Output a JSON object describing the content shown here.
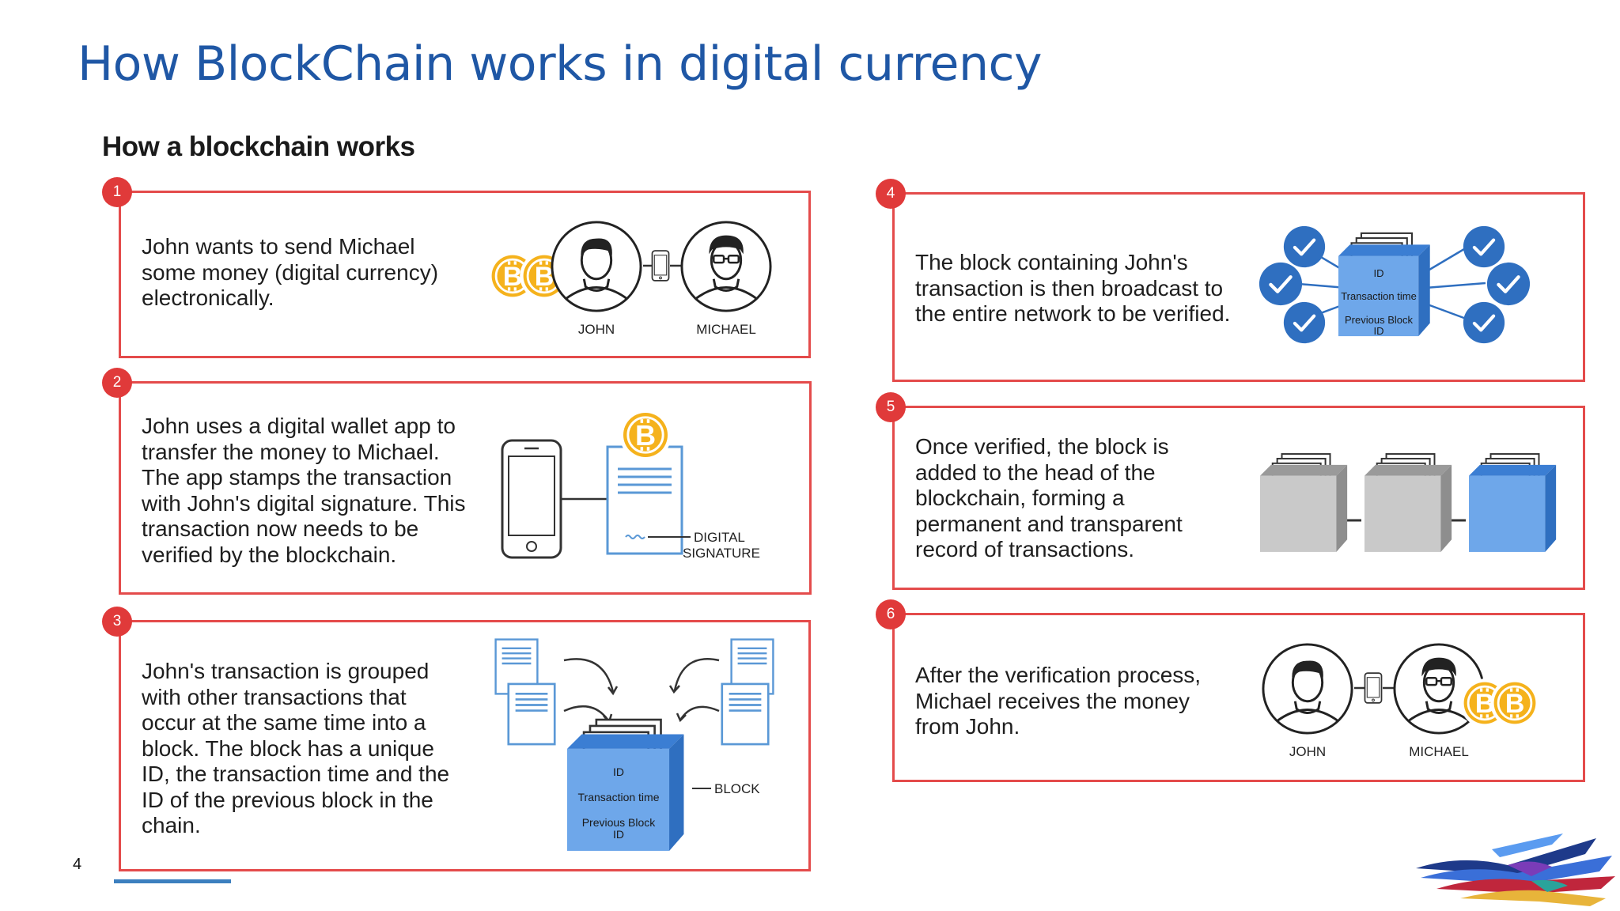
{
  "slide": {
    "title": "How BlockChain works in digital currency",
    "subtitle": "How a blockchain works",
    "page_number": "4"
  },
  "steps": [
    {
      "number": "1",
      "text": "John wants to send Michael some money (digital currency) electronically.",
      "labels": [
        "JOHN",
        "MICHAEL"
      ],
      "icons": [
        "bitcoin-coins-icon",
        "person-icon",
        "phone-icon",
        "person-glasses-icon"
      ]
    },
    {
      "number": "2",
      "text": "John uses a digital wallet app to transfer the money to Michael. The app stamps the transaction with John's digital signature. This transaction now needs to be verified by the blockchain.",
      "labels": [
        "DIGITAL",
        "SIGNATURE"
      ],
      "icons": [
        "phone-icon",
        "document-icon",
        "bitcoin-icon"
      ]
    },
    {
      "number": "3",
      "text": "John's transaction is grouped with other transactions that occur at the same time into a block. The block has a unique ID, the transaction time and the ID of the previous block in the chain.",
      "labels": [
        "BLOCK"
      ],
      "icons": [
        "document-icon",
        "block-icon",
        "arrow-icon"
      ]
    },
    {
      "number": "4",
      "text": "The block containing John's transaction is then broadcast to the entire network to be verified.",
      "labels": [],
      "icons": [
        "check-node-icon",
        "block-icon"
      ]
    },
    {
      "number": "5",
      "text": "Once verified, the block is added to the head of the blockchain, forming a permanent and transparent record of transactions.",
      "labels": [],
      "icons": [
        "block-icon"
      ]
    },
    {
      "number": "6",
      "text": "After the verification process, Michael receives the money from John.",
      "labels": [
        "JOHN",
        "MICHAEL"
      ],
      "icons": [
        "person-icon",
        "phone-icon",
        "person-glasses-icon",
        "bitcoin-coins-icon"
      ]
    }
  ],
  "block_fields": {
    "id": "ID",
    "time": "Transaction time",
    "prev1": "Previous Block",
    "prev2": "ID"
  },
  "colors": {
    "title": "#1f57a5",
    "panel_border": "#e44b4b",
    "badge": "#e03a3a",
    "bitcoin": "#f5b21c",
    "check_node": "#2f6fc0",
    "block_blue": "#6ea7ea",
    "block_gray": "#bfbfbf"
  }
}
